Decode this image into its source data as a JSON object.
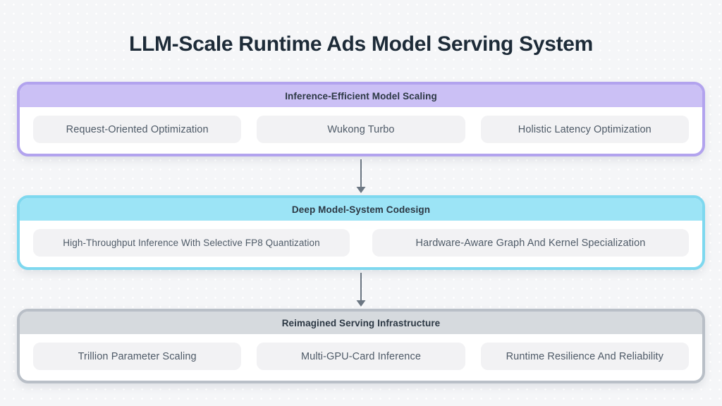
{
  "page": {
    "title": "LLM-Scale Runtime Ads Model Serving System"
  },
  "tiers": [
    {
      "name": "Inference-Efficient Model Scaling",
      "header_color": "#cbc0f5",
      "border_color": "#b2a3ee",
      "items": [
        "Request-Oriented Optimization",
        "Wukong Turbo",
        "Holistic Latency Optimization"
      ]
    },
    {
      "name": "Deep Model-System Codesign",
      "header_color": "#9ce4f6",
      "border_color": "#7ed8ef",
      "items": [
        "High-Throughput Inference With Selective FP8 Quantization",
        "Hardware-Aware Graph And Kernel Specialization"
      ]
    },
    {
      "name": "Reimagined Serving Infrastructure",
      "header_color": "#d6dade",
      "border_color": "#b9bfc7",
      "items": [
        "Trillion Parameter Scaling",
        "Multi-GPU-Card Inference",
        "Runtime Resilience And Reliability"
      ]
    }
  ],
  "colors": {
    "background": "#f5f6f8",
    "title_text": "#1d2b38",
    "header_text": "#2c3844",
    "pill_background": "#f2f2f4",
    "pill_text": "#4e5a67",
    "arrow": "#6b7682"
  }
}
